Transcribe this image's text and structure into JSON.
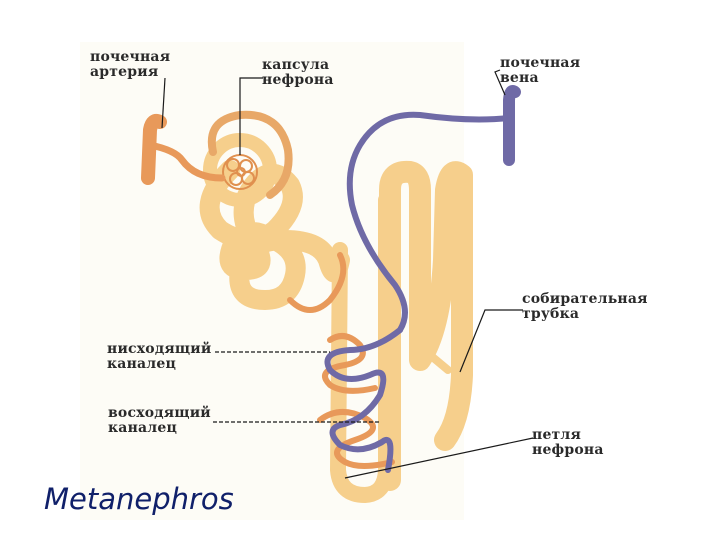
{
  "labels": {
    "renal_artery": [
      "почечная",
      "артерия"
    ],
    "nephron_capsule": [
      "капсула",
      "нефрона"
    ],
    "renal_vein": [
      "почечная",
      "вена"
    ],
    "collecting_duct": [
      "собирательная",
      "трубка"
    ],
    "descending_tubule": [
      "нисходящий",
      "каналец"
    ],
    "ascending_tubule": [
      "восходящий",
      "каналец"
    ],
    "nephron_loop": [
      "петля",
      "нефрона"
    ]
  },
  "caption": "Metanephros",
  "colors": {
    "artery": "#e8995a",
    "tubule": "#f6cf8c",
    "tubule_light": "#fadfa8",
    "vein": "#6f6aa6",
    "leader": "#1a1a1a",
    "caption": "#10206a",
    "panel": "#fdfcf6"
  }
}
